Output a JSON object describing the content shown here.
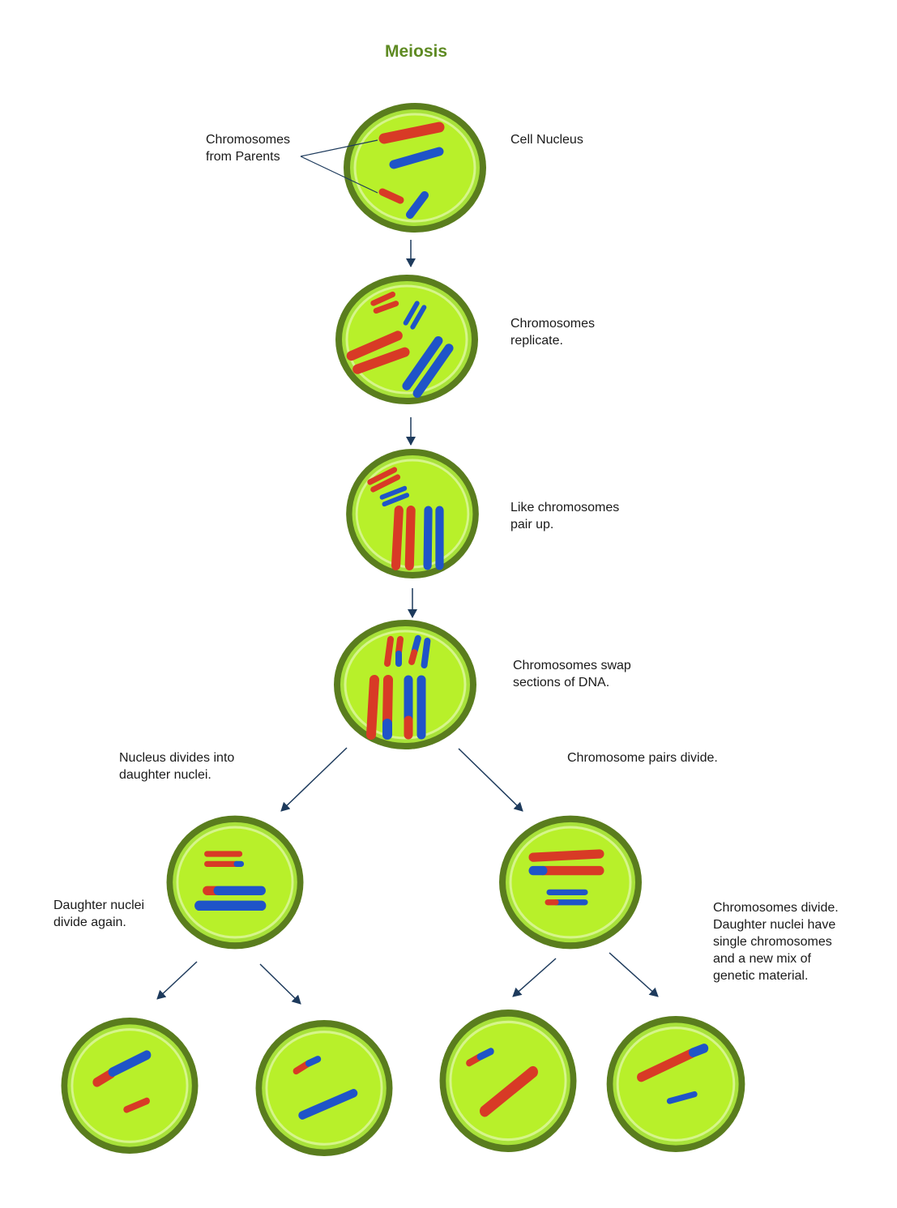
{
  "title": "Meiosis",
  "colors": {
    "title": "#5e8a22",
    "cell_border": "#5a7d1e",
    "cell_membrane": "#a8e23a",
    "cell_fill": "#b8f02a",
    "cell_inner_edge": "#d6f58a",
    "chromosome_red": "#d83a26",
    "chromosome_blue": "#1f54c8",
    "arrow": "#1d3a5c"
  },
  "labels": {
    "chromosomes_from_parents": [
      "Chromosomes",
      "from Parents"
    ],
    "cell_nucleus": [
      "Cell Nucleus"
    ],
    "replicate": [
      "Chromosomes",
      "replicate."
    ],
    "pair_up": [
      "Like chromosomes",
      "pair up."
    ],
    "swap": [
      "Chromosomes swap",
      "sections of DNA."
    ],
    "nucleus_divides": [
      "Nucleus divides into",
      "daughter nuclei."
    ],
    "pairs_divide": [
      "Chromosome pairs divide."
    ],
    "divide_again": [
      "Daughter nuclei",
      "divide again."
    ],
    "final": [
      "Chromosomes divide.",
      "Daughter nuclei have",
      "single chromosomes",
      "and a new mix of",
      "genetic material."
    ]
  },
  "cells": [
    {
      "id": "parent-cell",
      "chromosomes": [
        [
          "red",
          "long"
        ],
        [
          "blue",
          "long"
        ],
        [
          "red",
          "short"
        ],
        [
          "blue",
          "short"
        ]
      ]
    },
    {
      "id": "replicated-cell",
      "chromosomes": [
        [
          "red",
          "x-small"
        ],
        [
          "blue",
          "x-small"
        ],
        [
          "red",
          "x-large"
        ],
        [
          "blue",
          "x-large"
        ]
      ]
    },
    {
      "id": "paired-cell",
      "chromosomes": [
        [
          "red",
          "x-small"
        ],
        [
          "blue",
          "x-small"
        ],
        [
          "red",
          "x-large"
        ],
        [
          "blue",
          "x-large"
        ]
      ]
    },
    {
      "id": "crossover-cell",
      "chromosomes": [
        [
          "red-blue",
          "x-small"
        ],
        [
          "blue-red",
          "x-small"
        ],
        [
          "red-blue",
          "x-large"
        ],
        [
          "blue-red",
          "x-large"
        ]
      ]
    },
    {
      "id": "daughter-cell-left",
      "chromosomes": [
        [
          "red",
          "pair-small"
        ],
        [
          "blue",
          "pair-large"
        ]
      ]
    },
    {
      "id": "daughter-cell-right",
      "chromosomes": [
        [
          "red",
          "pair-large"
        ],
        [
          "blue",
          "pair-small"
        ]
      ]
    },
    {
      "id": "final-cell-1",
      "chromosomes": [
        [
          "blue-red",
          "long"
        ],
        [
          "red",
          "short"
        ]
      ]
    },
    {
      "id": "final-cell-2",
      "chromosomes": [
        [
          "red-blue",
          "short"
        ],
        [
          "blue",
          "long"
        ]
      ]
    },
    {
      "id": "final-cell-3",
      "chromosomes": [
        [
          "blue-red",
          "short"
        ],
        [
          "red",
          "long"
        ]
      ]
    },
    {
      "id": "final-cell-4",
      "chromosomes": [
        [
          "red-blue",
          "long"
        ],
        [
          "blue",
          "short"
        ]
      ]
    }
  ]
}
